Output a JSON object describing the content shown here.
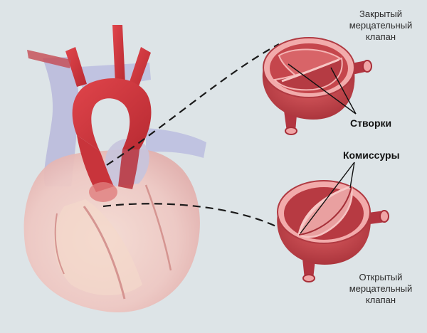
{
  "labels": {
    "closed_valve": "Закрытый\nмерцательный\nклапан",
    "open_valve": "Открытый\nмерцательный\nклапан",
    "leaflets": "Створки",
    "commissures": "Комиссуры"
  },
  "colors": {
    "background": "#dde4e7",
    "aorta_red": "#c8343b",
    "valve_red": "#c4444a",
    "valve_rim": "#f1a8a8",
    "heart_pink": "#eec7c2",
    "vessel_blue": "#b6b7d8",
    "leader_line": "#1a1a1a"
  }
}
